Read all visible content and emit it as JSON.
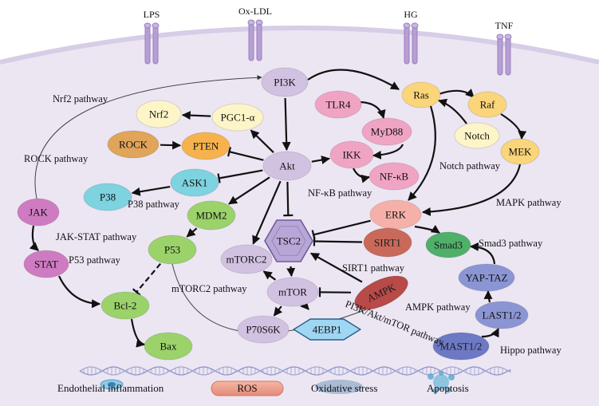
{
  "receptors": [
    {
      "id": "lps",
      "label": "LPS"
    },
    {
      "id": "oxldl",
      "label": "Ox-LDL"
    },
    {
      "id": "hg",
      "label": "HG"
    },
    {
      "id": "tnf",
      "label": "TNF"
    }
  ],
  "nodes": [
    {
      "id": "pi3k",
      "label": "PI3K",
      "color": "#d1c2e2"
    },
    {
      "id": "akt",
      "label": "Akt",
      "color": "#d1c2e2"
    },
    {
      "id": "tsc2",
      "label": "TSC2",
      "color": "#b8a7d6"
    },
    {
      "id": "mtor",
      "label": "mTOR",
      "color": "#d1c2e2"
    },
    {
      "id": "mtorc2",
      "label": "mTORC2",
      "color": "#d1c2e2"
    },
    {
      "id": "p70s6k",
      "label": "P70S6K",
      "color": "#d1c2e2"
    },
    {
      "id": "4ebp1",
      "label": "4EBP1",
      "color": "#9fd6f2"
    },
    {
      "id": "nrf2",
      "label": "Nrf2",
      "color": "#fdf5c8"
    },
    {
      "id": "pgc1a",
      "label": "PGC1-α",
      "color": "#fdf5c8"
    },
    {
      "id": "rock",
      "label": "ROCK",
      "color": "#e0a45a"
    },
    {
      "id": "pten",
      "label": "PTEN",
      "color": "#f6b24c"
    },
    {
      "id": "ask1",
      "label": "ASK1",
      "color": "#7dd3e0"
    },
    {
      "id": "p38",
      "label": "P38",
      "color": "#7dd3e0"
    },
    {
      "id": "jak",
      "label": "JAK",
      "color": "#cf7bc2"
    },
    {
      "id": "stat",
      "label": "STAT",
      "color": "#cf7bc2"
    },
    {
      "id": "mdm2",
      "label": "MDM2",
      "color": "#9bd26a"
    },
    {
      "id": "p53",
      "label": "P53",
      "color": "#9bd26a"
    },
    {
      "id": "bcl2",
      "label": "Bcl-2",
      "color": "#9bd26a"
    },
    {
      "id": "bax",
      "label": "Bax",
      "color": "#9bd26a"
    },
    {
      "id": "tlr4",
      "label": "TLR4",
      "color": "#f0a4c4"
    },
    {
      "id": "myd88",
      "label": "MyD88",
      "color": "#f0a4c4"
    },
    {
      "id": "ikk",
      "label": "IKK",
      "color": "#f0a4c4"
    },
    {
      "id": "nfkb",
      "label": "NF-κB",
      "color": "#f0a4c4"
    },
    {
      "id": "ras",
      "label": "Ras",
      "color": "#fbd57a"
    },
    {
      "id": "raf",
      "label": "Raf",
      "color": "#fbd57a"
    },
    {
      "id": "notch",
      "label": "Notch",
      "color": "#fdf5c8"
    },
    {
      "id": "mek",
      "label": "MEK",
      "color": "#fbd57a"
    },
    {
      "id": "erk",
      "label": "ERK",
      "color": "#f6b0aa"
    },
    {
      "id": "sirt1",
      "label": "SIRT1",
      "color": "#c9695a"
    },
    {
      "id": "ampk",
      "label": "AMPK",
      "color": "#b84a48"
    },
    {
      "id": "smad3",
      "label": "Smad3",
      "color": "#4fb06a"
    },
    {
      "id": "yaptaz",
      "label": "YAP-TAZ",
      "color": "#8c95d4"
    },
    {
      "id": "last12",
      "label": "LAST1/2",
      "color": "#8c95d4"
    },
    {
      "id": "mast12",
      "label": "MAST1/2",
      "color": "#6d79c4"
    }
  ],
  "pathway_labels": [
    {
      "id": "nrf2-pathway",
      "text": "Nrf2 pathway"
    },
    {
      "id": "rock-pathway",
      "text": "ROCK pathway"
    },
    {
      "id": "p38-pathway",
      "text": "P38 pathway"
    },
    {
      "id": "jak-stat-pathway",
      "text": "JAK-STAT pathway"
    },
    {
      "id": "p53-pathway",
      "text": "P53 pathway"
    },
    {
      "id": "mtorc2-pathway",
      "text": "mTORC2 pathway"
    },
    {
      "id": "nfkb-pathway",
      "text": "NF-κB pathway"
    },
    {
      "id": "notch-pathway",
      "text": "Notch pathway"
    },
    {
      "id": "mapk-pathway",
      "text": "MAPK pathway"
    },
    {
      "id": "smad3-pathway",
      "text": "Smad3 pathway"
    },
    {
      "id": "sirt1-pathway",
      "text": "SIRT1 pathway"
    },
    {
      "id": "ampk-pathway",
      "text": "AMPK pathway"
    },
    {
      "id": "pi3k-akt-mtor-pathway",
      "text": "PI3K/Akt/mTOR pathway"
    },
    {
      "id": "hippo-pathway",
      "text": "Hippo pathway"
    }
  ],
  "outcomes": [
    {
      "id": "endothelial-inflammation",
      "label": "Endothelial inflammation"
    },
    {
      "id": "ros",
      "label": "ROS"
    },
    {
      "id": "oxidative-stress",
      "label": "Oxidative stress"
    },
    {
      "id": "apoptosis",
      "label": "Apoptosis"
    }
  ],
  "edges": [
    {
      "from": "pi3k",
      "to": "akt",
      "type": "activate"
    },
    {
      "from": "pi3k",
      "to": "ras",
      "type": "activate"
    },
    {
      "from": "akt",
      "to": "pgc1a",
      "type": "activate"
    },
    {
      "from": "pgc1a",
      "to": "nrf2",
      "type": "activate"
    },
    {
      "from": "rock",
      "to": "pten",
      "type": "activate"
    },
    {
      "from": "akt",
      "to": "pten",
      "type": "inhibit"
    },
    {
      "from": "akt",
      "to": "ask1",
      "type": "inhibit"
    },
    {
      "from": "ask1",
      "to": "p38",
      "type": "activate"
    },
    {
      "from": "akt",
      "to": "ikk",
      "type": "activate"
    },
    {
      "from": "tlr4",
      "to": "myd88",
      "type": "activate"
    },
    {
      "from": "myd88",
      "to": "ikk",
      "type": "activate"
    },
    {
      "from": "ikk",
      "to": "nfkb",
      "type": "activate"
    },
    {
      "from": "akt",
      "to": "mdm2",
      "type": "activate"
    },
    {
      "from": "akt",
      "to": "mtorc2",
      "type": "activate"
    },
    {
      "from": "akt",
      "to": "tsc2",
      "type": "inhibit"
    },
    {
      "from": "tsc2",
      "to": "mtor",
      "type": "activate"
    },
    {
      "from": "mtor",
      "to": "mtorc2",
      "type": "activate"
    },
    {
      "from": "mtor",
      "to": "p70s6k",
      "type": "activate"
    },
    {
      "from": "mtor",
      "to": "4ebp1",
      "type": "activate"
    },
    {
      "from": "mdm2",
      "to": "p53",
      "type": "activate"
    },
    {
      "from": "p53",
      "to": "bcl2",
      "type": "inhibit"
    },
    {
      "from": "bcl2",
      "to": "bax",
      "type": "activate"
    },
    {
      "from": "jak",
      "to": "stat",
      "type": "activate"
    },
    {
      "from": "stat",
      "to": "bcl2",
      "type": "activate"
    },
    {
      "from": "ras",
      "to": "raf",
      "type": "activate"
    },
    {
      "from": "raf",
      "to": "mek",
      "type": "activate"
    },
    {
      "from": "notch",
      "to": "ras",
      "type": "activate"
    },
    {
      "from": "mek",
      "to": "erk",
      "type": "activate"
    },
    {
      "from": "ras",
      "to": "erk",
      "type": "activate"
    },
    {
      "from": "erk",
      "to": "tsc2",
      "type": "inhibit"
    },
    {
      "from": "erk",
      "to": "smad3",
      "type": "activate"
    },
    {
      "from": "sirt1",
      "to": "tsc2",
      "type": "inhibit"
    },
    {
      "from": "ampk",
      "to": "tsc2",
      "type": "activate"
    },
    {
      "from": "ampk",
      "to": "mtor",
      "type": "inhibit"
    },
    {
      "from": "yaptaz",
      "to": "smad3",
      "type": "activate"
    },
    {
      "from": "last12",
      "to": "yaptaz",
      "type": "activate"
    },
    {
      "from": "mast12",
      "to": "last12",
      "type": "activate"
    },
    {
      "from": "jak",
      "to": "pi3k",
      "type": "activate"
    },
    {
      "from": "p53",
      "to": "ampk",
      "type": "activate"
    }
  ]
}
